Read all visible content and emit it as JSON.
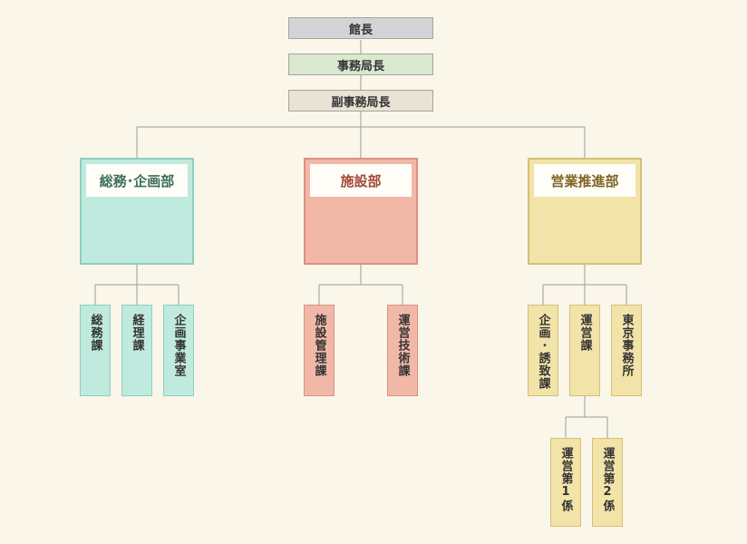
{
  "org": {
    "director": "館長",
    "secretary_general": "事務局長",
    "deputy_secretary_general": "副事務局長",
    "departments": [
      {
        "name": "総務･企画部",
        "color": "#bfeadd",
        "border": "#8ecfbd",
        "title_color": "#3b6e5c",
        "sections": [
          "総務課",
          "経理課",
          "企画事業室"
        ]
      },
      {
        "name": "施設部",
        "color": "#f1b8a8",
        "border": "#dc9080",
        "title_color": "#a04a3a",
        "sections": [
          "施設管理課",
          "運営技術課"
        ]
      },
      {
        "name": "営業推進部",
        "color": "#f2e3a8",
        "border": "#d5bf78",
        "title_color": "#7d6522",
        "sections": [
          "企画･誘致課",
          "運営課",
          "東京事務所"
        ]
      }
    ],
    "subunits": [
      "運営第1係",
      "運営第2係"
    ]
  },
  "colors": {
    "director_bg": "#d4d3d7",
    "secretary_bg": "#d9e8cf",
    "deputy_bg": "#e8e3d4",
    "line": "#9a9a9a"
  }
}
